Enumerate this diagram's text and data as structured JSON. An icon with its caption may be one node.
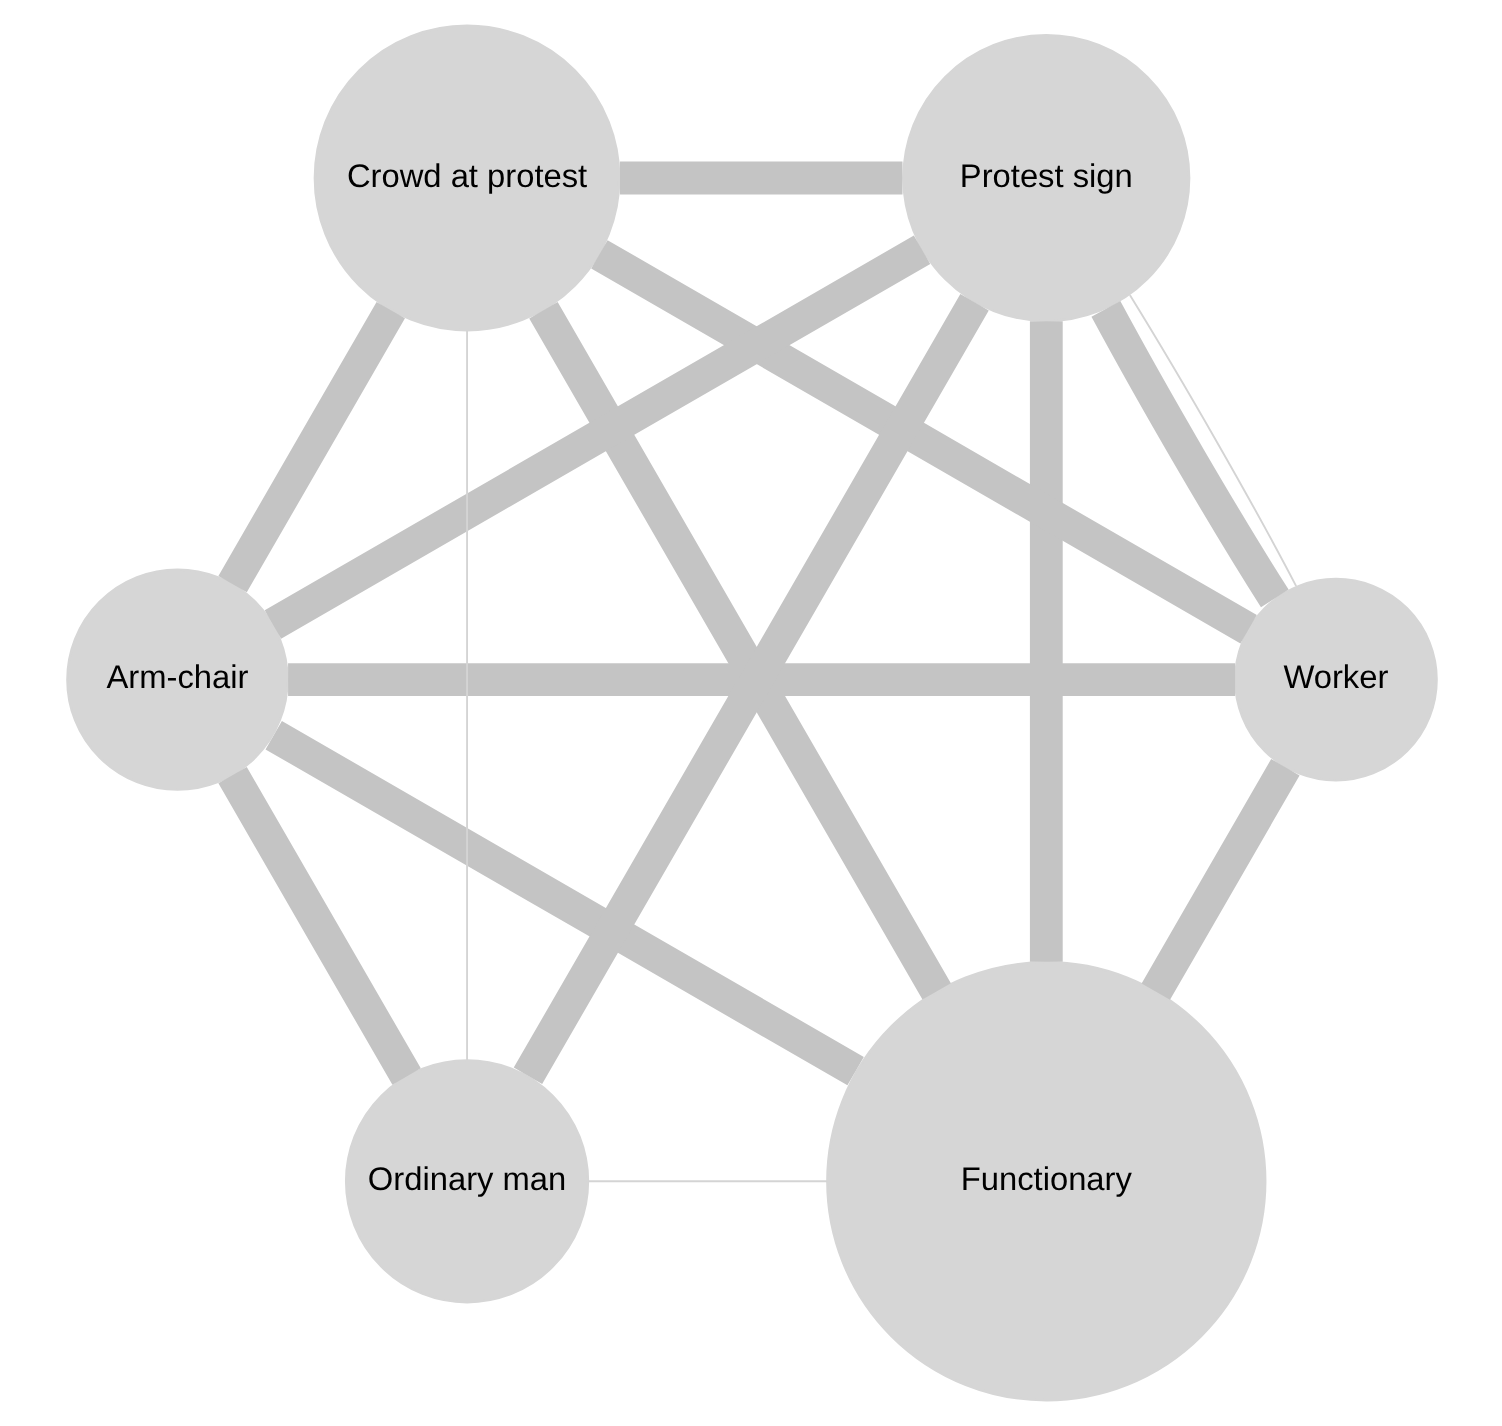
{
  "diagram": {
    "nodes": [
      {
        "text": [
          "Functionary"
        ]
      },
      {
        "text": [
          "Worker"
        ]
      },
      {
        "text": [
          "Arm-chair"
        ]
      },
      {
        "text": [
          "Ordinary man"
        ]
      },
      {
        "text": [
          "Crowd at protest"
        ]
      },
      {
        "text": [
          "Protest sign"
        ]
      }
    ],
    "edges": [
      {
        "from": 0,
        "to": 1,
        "arrow": "none"
      },
      {
        "from": 0,
        "to": 2,
        "arrow": "none"
      },
      {
        "from": 0,
        "to": 4,
        "arrow": "none"
      },
      {
        "from": 0,
        "to": 5,
        "arrow": "none"
      },
      {
        "from": 0,
        "to": 3,
        "arrow": "none",
        "color": "#d4d4d4"
      },
      {
        "from": 1,
        "to": 2,
        "arrow": "none"
      },
      {
        "from": 1,
        "to": 4,
        "arrow": "none"
      },
      {
        "from": 1,
        "to": 5,
        "arrow": "none"
      },
      {
        "from": 1,
        "to": 5,
        "arrow": "none",
        "color": "#d4d4d4"
      },
      {
        "from": 2,
        "to": 3,
        "arrow": "none"
      },
      {
        "from": 2,
        "to": 5,
        "arrow": "none"
      },
      {
        "from": 2,
        "to": 4,
        "arrow": "none"
      },
      {
        "from": 3,
        "to": 5,
        "arrow": "none"
      },
      {
        "from": 3,
        "to": 4,
        "arrow": "none",
        "color": "#d4d4d4"
      },
      {
        "from": 4,
        "to": 5,
        "arrow": "none"
      }
    ]
  }
}
